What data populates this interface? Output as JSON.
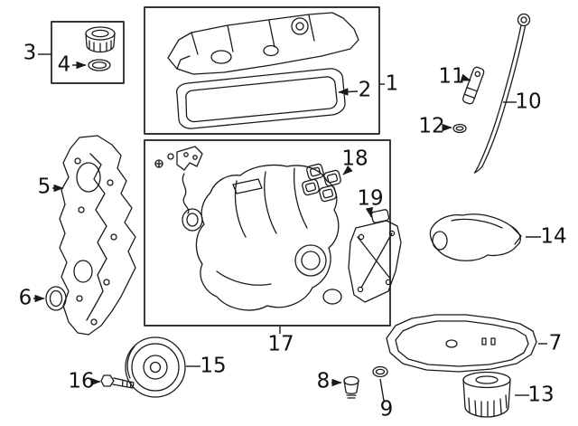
{
  "diagram": {
    "type": "engine-parts-exploded-diagram",
    "background_color": "#ffffff",
    "line_color": "#1a1a1a",
    "callouts": [
      {
        "num": "1",
        "part": "valve-cover"
      },
      {
        "num": "2",
        "part": "valve-cover-gasket"
      },
      {
        "num": "3",
        "part": "oil-filler-cap"
      },
      {
        "num": "4",
        "part": "oil-filler-cap-gasket"
      },
      {
        "num": "5",
        "part": "timing-chain-cover"
      },
      {
        "num": "6",
        "part": "crankshaft-front-seal"
      },
      {
        "num": "7",
        "part": "oil-pan"
      },
      {
        "num": "8",
        "part": "oil-drain-plug"
      },
      {
        "num": "9",
        "part": "drain-plug-gasket"
      },
      {
        "num": "10",
        "part": "oil-level-dipstick"
      },
      {
        "num": "11",
        "part": "dipstick-tube"
      },
      {
        "num": "12",
        "part": "dipstick-tube-oring"
      },
      {
        "num": "13",
        "part": "oil-filter"
      },
      {
        "num": "14",
        "part": "air-inlet-duct"
      },
      {
        "num": "15",
        "part": "crankshaft-pulley"
      },
      {
        "num": "16",
        "part": "pulley-bolt"
      },
      {
        "num": "17",
        "part": "intake-manifold"
      },
      {
        "num": "18",
        "part": "intake-manifold-gaskets"
      },
      {
        "num": "19",
        "part": "manifold-cover"
      }
    ]
  }
}
